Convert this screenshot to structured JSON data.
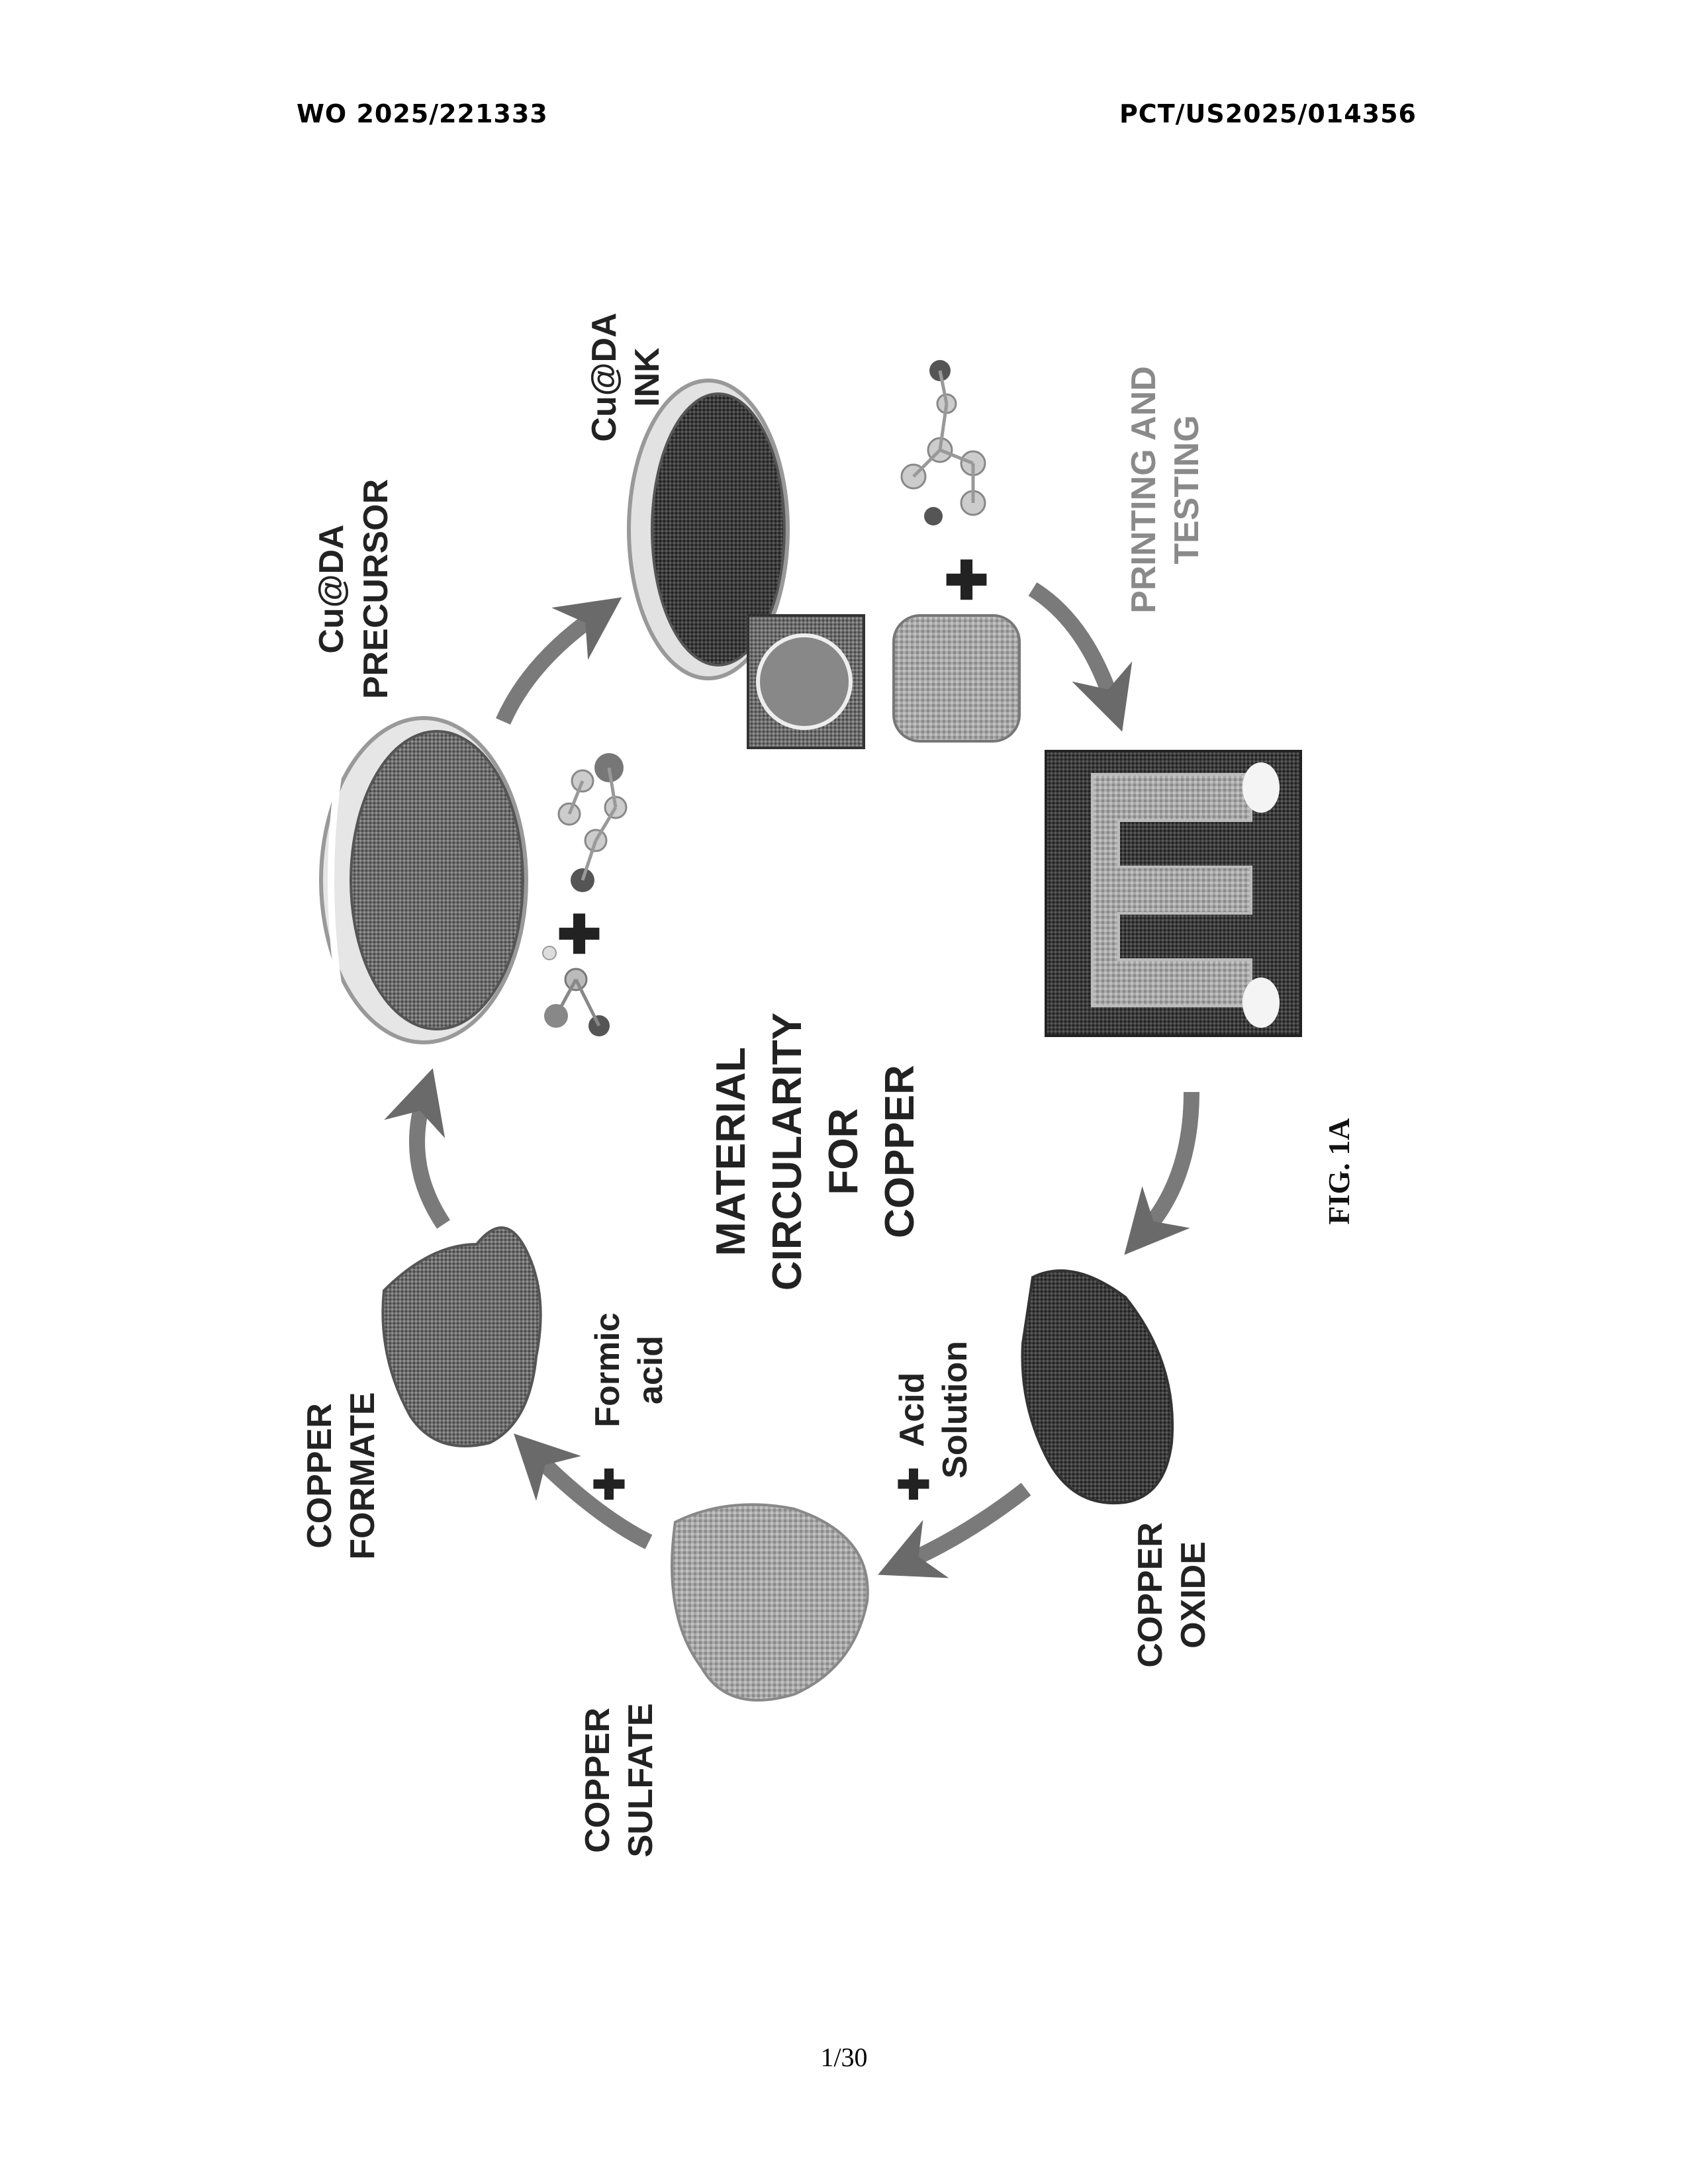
{
  "header": {
    "publication_number": "WO 2025/221333",
    "application_number": "PCT/US2025/014356"
  },
  "figure": {
    "caption": "FIG. 1A",
    "center_title": [
      "MATERIAL",
      "CIRCULARITY",
      "FOR",
      "COPPER"
    ],
    "stages": {
      "precursor": [
        "Cu@DA",
        "PRECURSOR"
      ],
      "ink": [
        "Cu@DA",
        "INK"
      ],
      "printing": [
        "PRINTING AND",
        "TESTING"
      ],
      "oxide": [
        "COPPER",
        "OXIDE"
      ],
      "sulfate": [
        "COPPER",
        "SULFATE"
      ],
      "formate": [
        "COPPER",
        "FORMATE"
      ]
    },
    "reagents": {
      "acid_solution": [
        "Acid",
        "Solution"
      ],
      "formic_acid": [
        "Formic",
        "acid"
      ]
    }
  },
  "footer": {
    "page": "1/30"
  }
}
